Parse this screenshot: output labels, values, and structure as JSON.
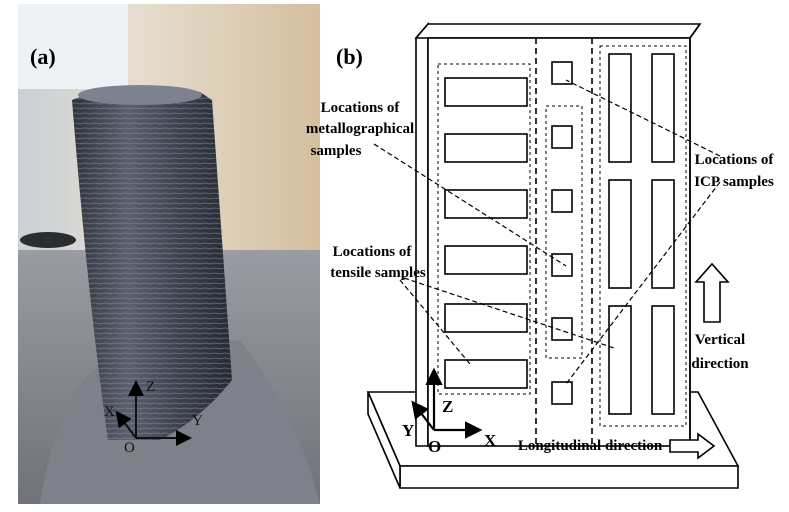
{
  "panel_a": {
    "label": "(a)",
    "axes": {
      "z": "Z",
      "x": "X",
      "y": "Y",
      "origin": "O"
    }
  },
  "panel_b": {
    "label": "(b)",
    "annotations": {
      "metallographical_line1": "Locations of",
      "metallographical_line2": "metallographical",
      "metallographical_line3": "samples",
      "tensile_line1": "Locations of",
      "tensile_line2": "tensile  samples",
      "icp_line1": "Locations of",
      "icp_line2": "ICP samples",
      "vertical_line1": "Vertical",
      "vertical_line2": "direction",
      "longitudinal": "Longitudinal direction"
    },
    "axes": {
      "z": "Z",
      "x": "X",
      "y": "Y",
      "origin": "O"
    }
  },
  "colors": {
    "line": "#000000",
    "background": "#ffffff",
    "photo_wall": "#d9c7ad",
    "photo_metal": "#4a4f5c",
    "photo_base": "#8d8f96"
  }
}
